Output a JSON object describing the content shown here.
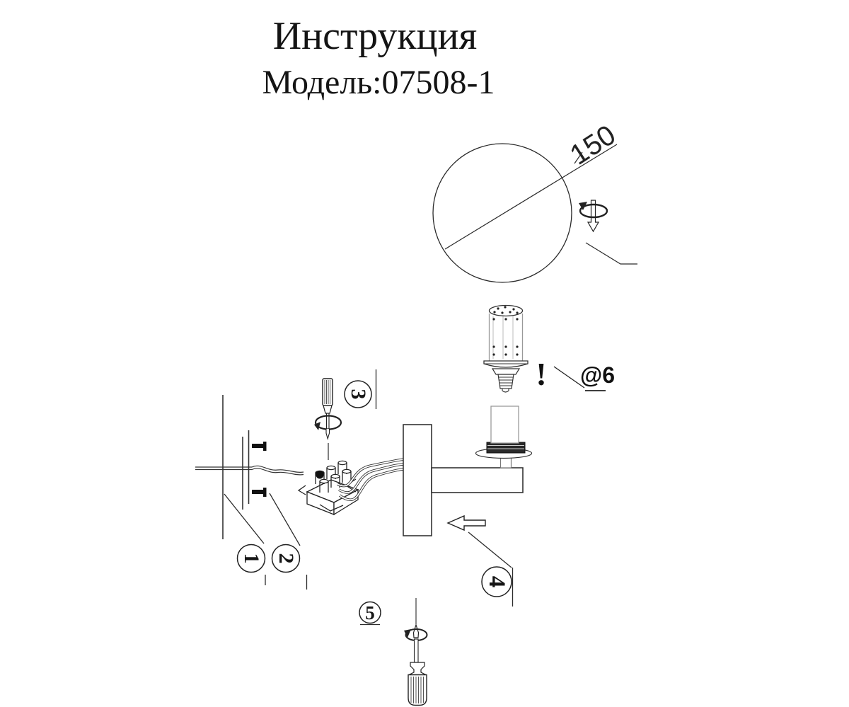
{
  "page": {
    "background": "#ffffff",
    "ink": "#1f1f1f"
  },
  "header": {
    "title": "Инструкция",
    "model": "Модель:07508-1"
  },
  "diagram": {
    "globe_dimension": "150",
    "warning_mark": "!",
    "bulb_base_note": "@6",
    "callouts": [
      {
        "label": "1"
      },
      {
        "label": "2"
      },
      {
        "label": "3"
      },
      {
        "label": "4"
      },
      {
        "label": "5"
      }
    ]
  }
}
